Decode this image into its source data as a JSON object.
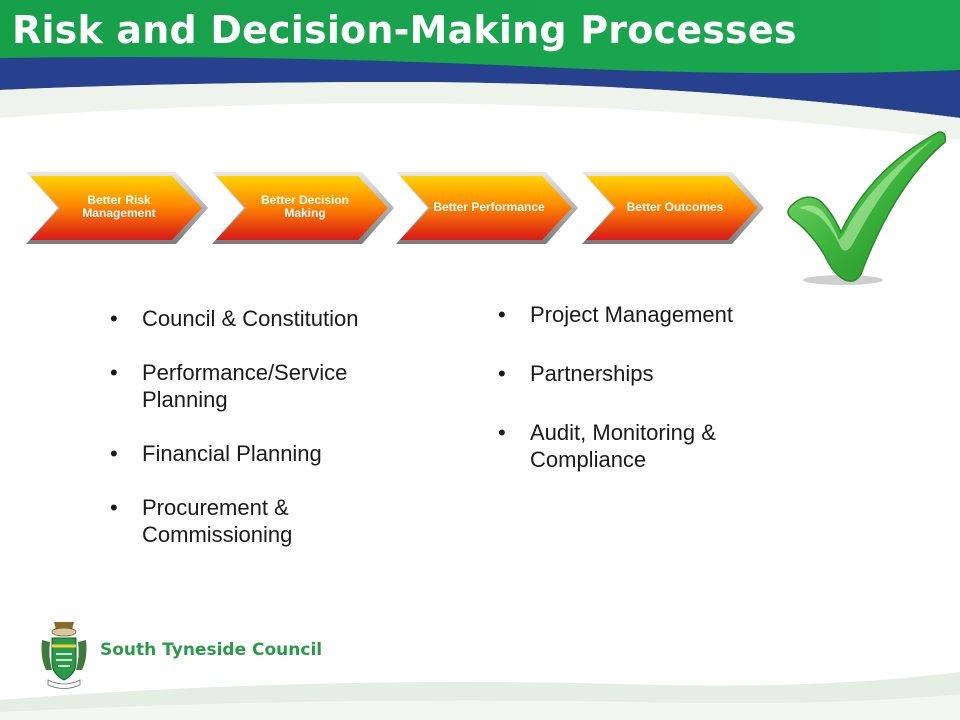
{
  "slide": {
    "title": "Risk and Decision-Making Processes",
    "process_steps": [
      {
        "label": "Better Risk Management"
      },
      {
        "label": "Better Decision Making"
      },
      {
        "label": "Better Performance"
      },
      {
        "label": "Better Outcomes"
      }
    ],
    "left_bullets": [
      "Council & Constitution",
      "Performance/Service Planning",
      "Financial Planning",
      "Procurement & Commissioning"
    ],
    "right_bullets": [
      "Project Management",
      "Partnerships",
      "Audit, Monitoring & Compliance"
    ],
    "bullet_symbol": "•",
    "logo": {
      "text": "South Tyneside Council",
      "icon": "council-crest-icon"
    },
    "decoration": {
      "icon": "green-checkmark-icon"
    },
    "colors": {
      "banner_green": "#1fa04a",
      "banner_blue": "#27418f",
      "arrow_top": "#ffd400",
      "arrow_bottom": "#d81818",
      "check_green": "#3cb43c",
      "logo_green": "#2a9a48"
    }
  }
}
